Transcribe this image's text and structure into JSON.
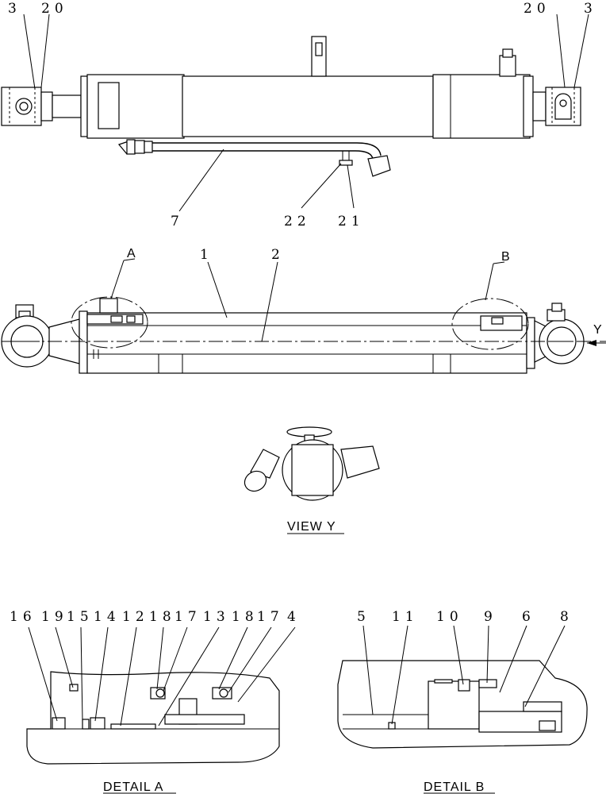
{
  "top_view": {
    "callouts": [
      "3",
      "20",
      "20",
      "3",
      "7",
      "22",
      "21"
    ]
  },
  "section_view": {
    "callouts": [
      "A",
      "1",
      "2",
      "B",
      "Y"
    ]
  },
  "view_y": {
    "caption": "VIEW  Y"
  },
  "detail_a": {
    "callouts": [
      "16",
      "19",
      "15",
      "14",
      "12",
      "18",
      "17",
      "13",
      "18",
      "17",
      "4"
    ],
    "caption": "DETAIL  A"
  },
  "detail_b": {
    "callouts": [
      "5",
      "11",
      "10",
      "9",
      "6",
      "8"
    ],
    "caption": "DETAIL  B"
  }
}
